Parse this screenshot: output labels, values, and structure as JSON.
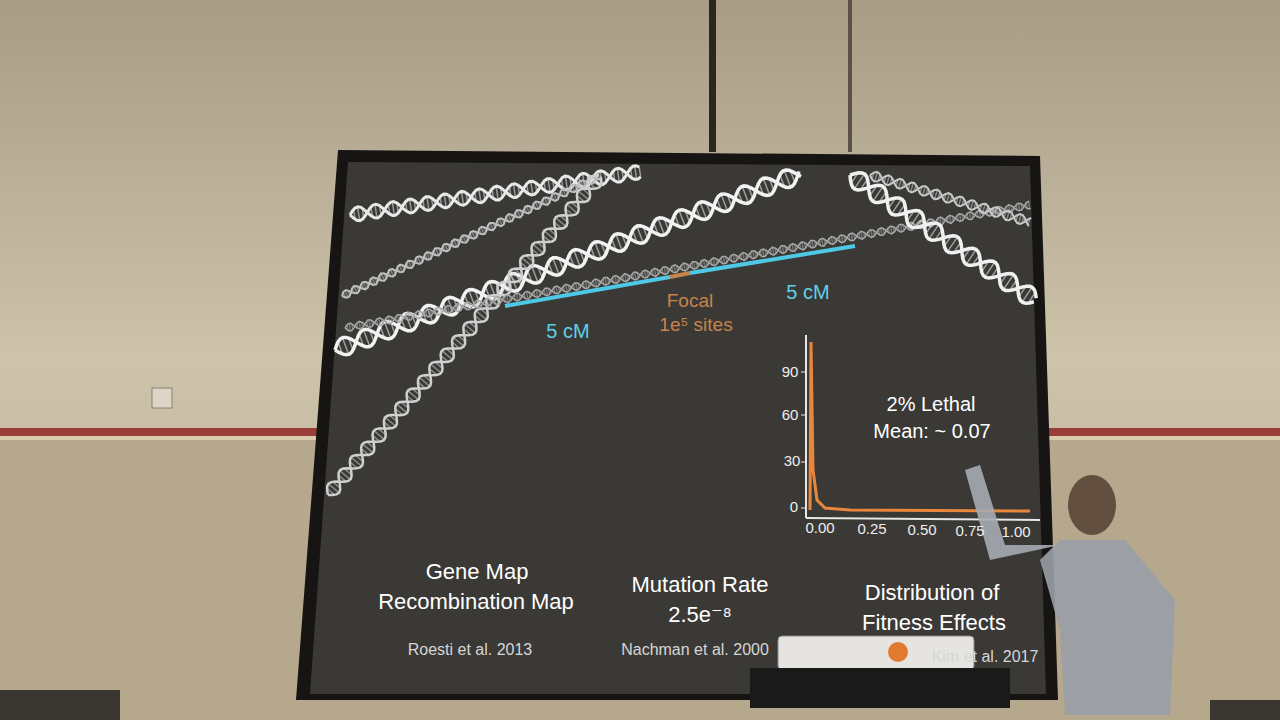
{
  "diagram": {
    "labels": [
      "5 cM",
      "Focal",
      "1e⁵ sites",
      "5 cM",
      "90",
      "60",
      "30",
      "0",
      "0.00",
      "0.25",
      "0.50",
      "0.75",
      "1.00",
      "2% Lethal",
      "Mean: ~ 0.07",
      "Gene Map",
      "Recombination Map",
      "Roesti et al. 2013",
      "Mutation Rate",
      "2.5e⁻⁸",
      "Nachman et al. 2000",
      "Distribution of",
      "Fitness Effects",
      "Kim et al. 2017"
    ]
  }
}
